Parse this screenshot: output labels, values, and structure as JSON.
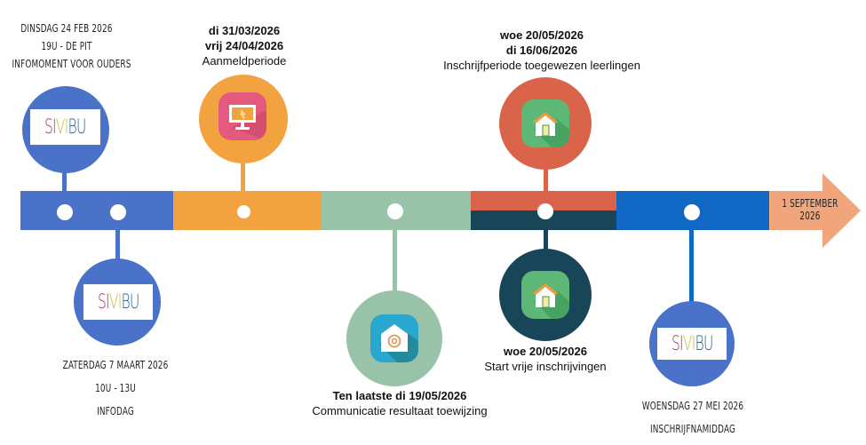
{
  "colors": {
    "blue_segment": "#4A72C8",
    "orange_segment": "#F2A23E",
    "green_segment": "#99C3A8",
    "red_segment": "#D9644A",
    "darkteal_segment": "#184558",
    "blue2_segment": "#1068C4",
    "arrow": "#F0A57C"
  },
  "logo": {
    "letters": [
      "S",
      "I",
      "V",
      "I",
      "B",
      "U"
    ],
    "letter_colors": [
      "#A8365A",
      "#A8365A",
      "#BFBE3C",
      "#BFBE3C",
      "#1E5E8A",
      "#1E5E8A"
    ]
  },
  "events": {
    "infomoment": {
      "line1": "Dinsdag 24 feb 2026",
      "line2": "19u - De Pit",
      "line3": "Infomoment voor ouders",
      "icon": "sivibu-logo"
    },
    "infodag": {
      "line1": "Zaterdag 7 maart 2026",
      "line2": "10u - 13u",
      "line3": "Infodag",
      "icon": "sivibu-logo"
    },
    "aanmeldperiode": {
      "date1": "di 31/03/2026",
      "date2": "vrij 24/04/2026",
      "title": "Aanmeldperiode",
      "icon": "computer-cursor-icon"
    },
    "communicatie": {
      "date": "Ten laatste di 19/05/2026",
      "title": "Communicatie resultaat toewijzing",
      "icon": "email-at-house-icon"
    },
    "inschrijfperiode": {
      "date1": "woe 20/05/2026",
      "date2": "di 16/06/2026",
      "title": "Inschrijfperiode toegewezen leerlingen",
      "icon": "house-icon"
    },
    "vrije_inschrijvingen": {
      "date": "woe 20/05/2026",
      "title": "Start vrije inschrijvingen",
      "icon": "house-icon"
    },
    "inschrijfnamiddag": {
      "line1": "Woensdag 27 mei 2026",
      "line2": "Inschrijfnamiddag",
      "icon": "sivibu-logo"
    },
    "end": {
      "line1": "1 september",
      "line2": "2026"
    }
  }
}
